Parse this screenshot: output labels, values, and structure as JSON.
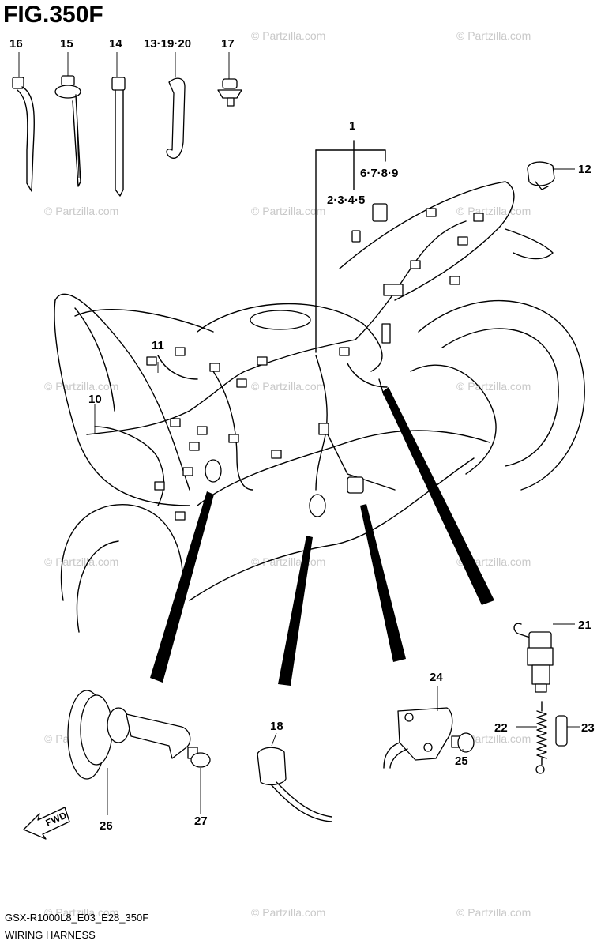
{
  "figure": {
    "title": "FIG.350F",
    "model_code": "GSX-R1000L8_E03_E28_350F",
    "caption": "WIRING HARNESS",
    "fwd_label": "FWD"
  },
  "watermark": "© Partzilla.com",
  "callouts": {
    "c1": "1",
    "c2_5": "2·3·4·5",
    "c6_9": "6·7·8·9",
    "c10": "10",
    "c11": "11",
    "c12": "12",
    "c13_20": "13·19·20",
    "c14": "14",
    "c15": "15",
    "c16": "16",
    "c17": "17",
    "c18": "18",
    "c21": "21",
    "c22": "22",
    "c23": "23",
    "c24": "24",
    "c25": "25",
    "c26": "26",
    "c27": "27"
  }
}
